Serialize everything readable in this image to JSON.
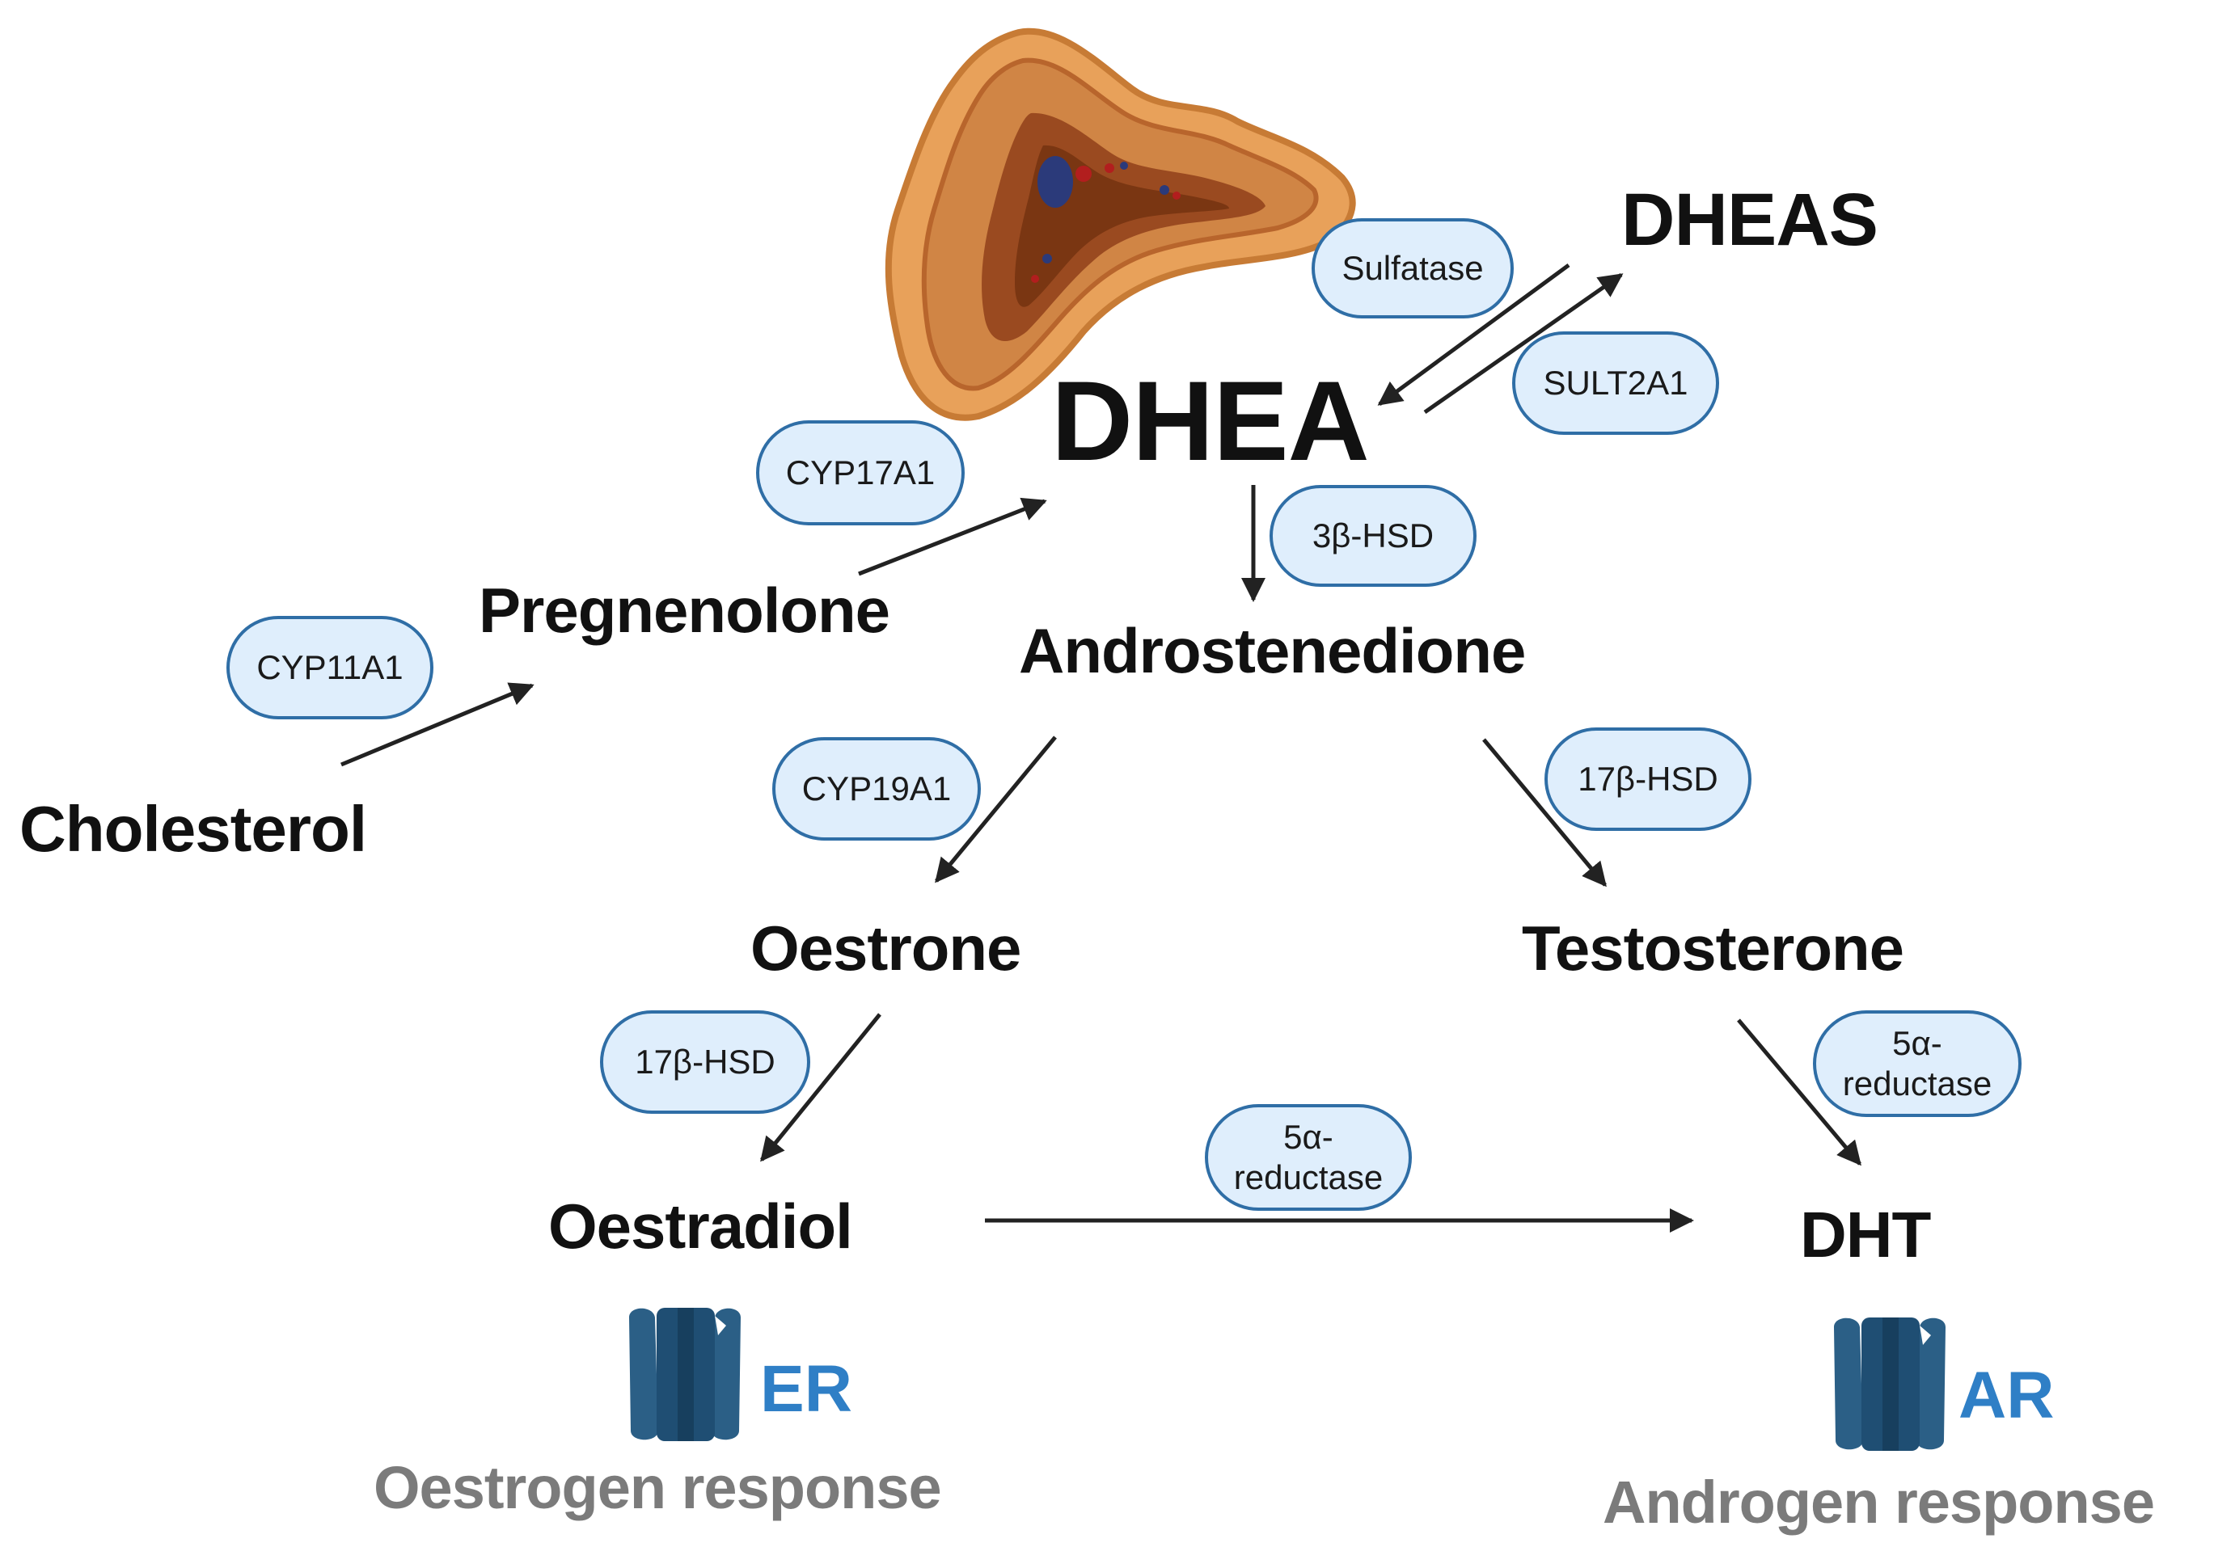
{
  "colors": {
    "enzyme_fill": "#dfeefc",
    "enzyme_border": "#2f6ea6",
    "arrow": "#222222",
    "receptor": "#2b5f86",
    "receptor_label": "#2f7fc6",
    "response_text": "#7b7b7b",
    "gland_outer": "#e8a15a",
    "gland_inner": "#b8652c"
  },
  "nodes": {
    "dheas": "DHEAS",
    "dhea": "DHEA",
    "pregnenolone": "Pregnenolone",
    "androstenedione": "Androstenedione",
    "cholesterol": "Cholesterol",
    "oestrone": "Oestrone",
    "testosterone": "Testosterone",
    "oestradiol": "Oestradiol",
    "dht": "DHT"
  },
  "enzymes": {
    "sulfatase": "Sulfatase",
    "sult2a1": "SULT2A1",
    "cyp17a1": "CYP17A1",
    "hsd3b": "3β-HSD",
    "cyp11a1": "CYP11A1",
    "cyp19a1": "CYP19A1",
    "hsd17b_right": "17β-HSD",
    "hsd17b_left": "17β-HSD",
    "reductase_right_line1": "5α-",
    "reductase_right_line2": "reductase",
    "reductase_mid_line1": "5α-",
    "reductase_mid_line2": "reductase"
  },
  "receptors": {
    "er": "ER",
    "ar": "AR"
  },
  "responses": {
    "oestrogen": "Oestrogen response",
    "androgen": "Androgen response"
  },
  "icons": {
    "gland": "adrenal-gland-icon",
    "er_receptor": "receptor-channel-icon",
    "ar_receptor": "receptor-channel-icon"
  }
}
